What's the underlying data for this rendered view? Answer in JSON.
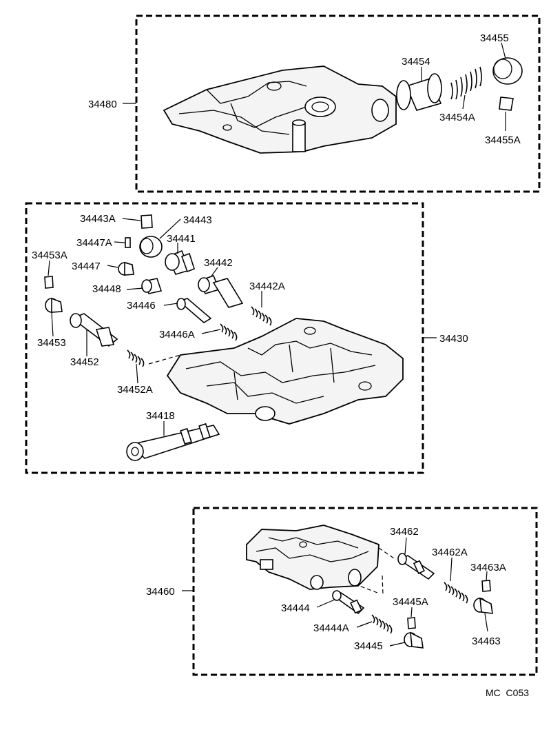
{
  "sections": {
    "upper": {
      "assembly": "34480",
      "parts": [
        "34454",
        "34455",
        "34454A",
        "34455A"
      ]
    },
    "middle": {
      "assembly": "34430",
      "parts": [
        "34443A",
        "34443",
        "34447A",
        "34441",
        "34453A",
        "34447",
        "34442",
        "34448",
        "34442A",
        "34446",
        "34446A",
        "34453",
        "34452",
        "34452A",
        "34418"
      ]
    },
    "lower": {
      "assembly": "34460",
      "parts": [
        "34462",
        "34462A",
        "34463A",
        "34444",
        "34445A",
        "34444A",
        "34445",
        "34463"
      ]
    }
  },
  "footer_code": "MC  C053"
}
